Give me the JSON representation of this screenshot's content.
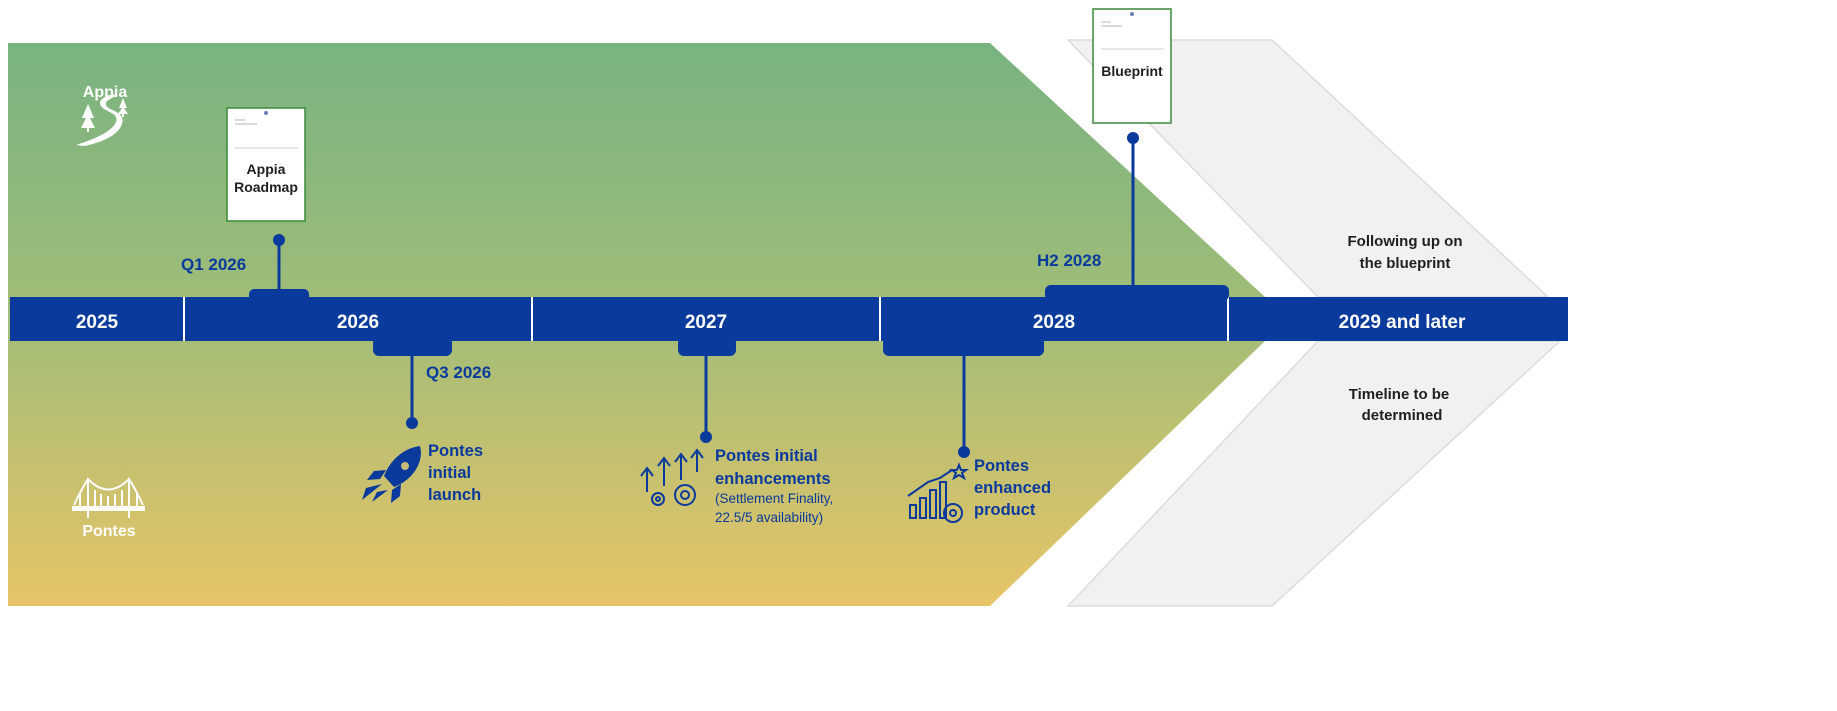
{
  "lanes": {
    "top": {
      "label": "Appia",
      "icon": "road-trees-icon"
    },
    "bottom": {
      "label": "Pontes",
      "icon": "bridge-icon"
    }
  },
  "timeline": {
    "years": [
      "2025",
      "2026",
      "2027",
      "2028",
      "2029 and later"
    ]
  },
  "milestones": {
    "appia_roadmap": {
      "date": "Q1 2026",
      "doc_line1": "Appia",
      "doc_line2": "Roadmap"
    },
    "blueprint": {
      "date": "H2 2028",
      "doc_label": "Blueprint"
    },
    "pontes_launch": {
      "date": "Q3 2026",
      "line1": "Pontes",
      "line2": "initial",
      "line3": "launch",
      "icon": "rocket-icon"
    },
    "pontes_enh": {
      "line1": "Pontes initial",
      "line2": "enhancements",
      "line3": "(Settlement Finality,",
      "line4": "22.5/5 availability)",
      "icon": "arrows-gears-icon"
    },
    "pontes_product": {
      "line1": "Pontes",
      "line2": "enhanced",
      "line3": "product",
      "icon": "growth-chart-gear-icon"
    }
  },
  "later": {
    "top_line1": "Following up on",
    "top_line2": "the blueprint",
    "bottom_line1": "Timeline to be",
    "bottom_line2": "determined"
  },
  "colors": {
    "navy": "#0a3a9c",
    "green": "#78b381",
    "yellow": "#e7c467",
    "grey_chevron": "#f1f1f1"
  }
}
